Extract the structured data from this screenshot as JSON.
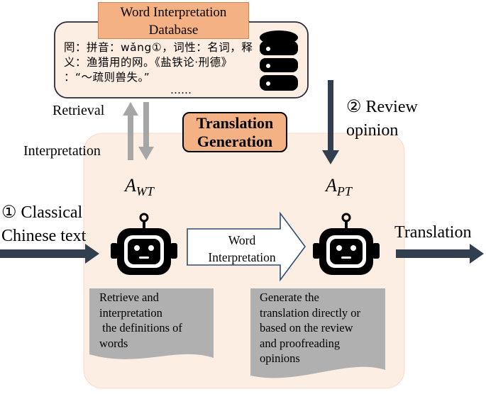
{
  "database": {
    "title": "Word Interpretation\nDatabase",
    "entry_lines": [
      "罔：拼音：wǎng①，词性：名词，释",
      "义：渔猎用的网。《盐铁论·刑德》",
      "：“～疏则兽失。”"
    ],
    "ellipsis": "……"
  },
  "generation_box": "Translation\nGeneration",
  "labels": {
    "retrieval": "Retrieval",
    "interpretation": "Interpretation",
    "review": "② Review\nopinion",
    "input": "① Classical\nChinese text",
    "output": "Translation",
    "word_interpretation": "Word\nInterpretation"
  },
  "agents": {
    "wt": {
      "base": "A",
      "sub": "WT"
    },
    "pt": {
      "base": "A",
      "sub": "PT"
    }
  },
  "notes": {
    "wt": "Retrieve and\ninterpretation\n the definitions of\nwords",
    "pt": "Generate the\ntranslation directly or\nbased on the review\nand proofreading\nopinions"
  },
  "colors": {
    "panel": "#fdeee4",
    "orange": "#f4b183",
    "gray_arrow": "#a6a6a6",
    "dark_arrow": "#323f4f",
    "doc": "#b0b0b0"
  }
}
